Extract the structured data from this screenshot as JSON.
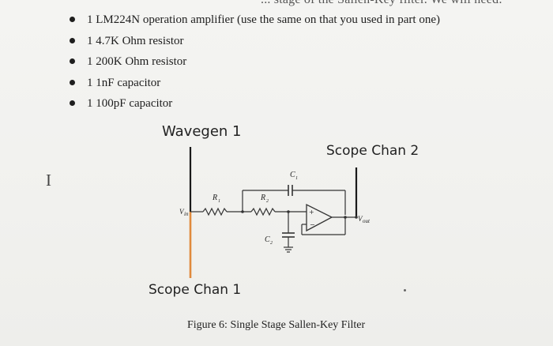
{
  "header_fragment": "... stage of the Sallen-Key filter. We will need:",
  "parts_list": [
    "1 LM224N operation amplifier (use the same on that you used in part one)",
    "1 4.7K Ohm resistor",
    "1 200K Ohm resistor",
    "1 1nF capacitor",
    "1 100pF capacitor"
  ],
  "figure": {
    "wavegen_label": "Wavegen 1",
    "scope_chan_2_label": "Scope Chan 2",
    "scope_chan_1_label": "Scope Chan 1",
    "caption": "Figure 6: Single Stage Sallen-Key Filter",
    "circuit_labels": {
      "vin": "V",
      "vin_sub": "in",
      "r1": "R",
      "r1_sub": "1",
      "r2": "R",
      "r2_sub": "2",
      "c1": "C",
      "c1_sub": "1",
      "c2": "C",
      "c2_sub": "2",
      "vout": "V",
      "vout_sub": "out"
    },
    "wire_colors": {
      "wavegen_probe": "#1a1a1a",
      "scope_chan_1_probe": "#e08a3c",
      "scope_chan_2_probe": "#1a1a1a"
    }
  }
}
